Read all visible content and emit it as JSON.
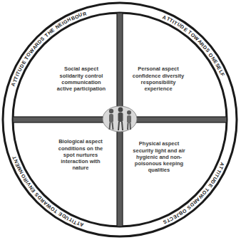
{
  "diagram": {
    "nodes": [
      {
        "text": [
          "Social aspect",
          "solidarity control communication active participation"
        ]
      },
      {
        "text": [
          "Personal aspect",
          "confidence diversity responsibility experience"
        ]
      },
      {
        "text": [
          "Biological aspect",
          "conditions on the spot nurtures interaction with nature"
        ]
      },
      {
        "text": [
          "Physical aspect",
          "security light and air hygienic and non-poisonous keeping qualities"
        ]
      }
    ],
    "labels": [
      "ATTITUDE TOWARDS THE NEIGHBOUR",
      "ATTITUDE TOWARDS ONESELF",
      "ATTITUDE TOWARDS ENVIRONMENT",
      "ATTITUDE TOWARDS OBJECTS"
    ]
  }
}
